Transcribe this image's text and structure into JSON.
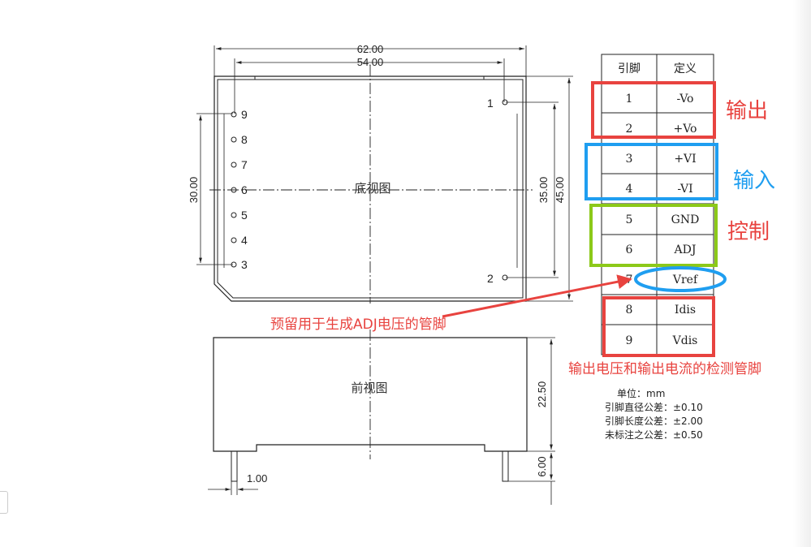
{
  "dimensions": {
    "overall_width": "62.00",
    "pin_span_width": "54.00",
    "pin_row_height": "30.00",
    "pin_column_height": "35.00",
    "overall_height": "45.00",
    "body_height": "22.50",
    "pin_length": "6.00",
    "pin_diameter": "1.00"
  },
  "views": {
    "bottom": "底视图",
    "front": "前视图"
  },
  "drawing_pins": {
    "left_column": [
      "9",
      "8",
      "7",
      "6",
      "5",
      "4",
      "3"
    ],
    "right_top": "1",
    "right_bottom": "2"
  },
  "pin_table": {
    "headers": [
      "引脚",
      "定义"
    ],
    "rows": [
      [
        "1",
        "-Vo"
      ],
      [
        "2",
        "+Vo"
      ],
      [
        "3",
        "+VI"
      ],
      [
        "4",
        "-VI"
      ],
      [
        "5",
        "GND"
      ],
      [
        "6",
        "ADJ"
      ],
      [
        "7",
        "Vref"
      ],
      [
        "8",
        "Idis"
      ],
      [
        "9",
        "Vdis"
      ]
    ]
  },
  "groups": {
    "output": "输出",
    "input": "输入",
    "control": "控制"
  },
  "annotations": {
    "vref_note": "预留用于生成ADJ电压的管脚",
    "detect_note": "输出电压和输出电流的检测管脚"
  },
  "tolerances": [
    "单位：mm",
    "引脚直径公差：±0.10",
    "引脚长度公差：±2.00",
    "未标注之公差：±0.50"
  ],
  "colors": {
    "red": "#e8433f",
    "blue": "#1f9ef0",
    "green": "#8cc919"
  }
}
